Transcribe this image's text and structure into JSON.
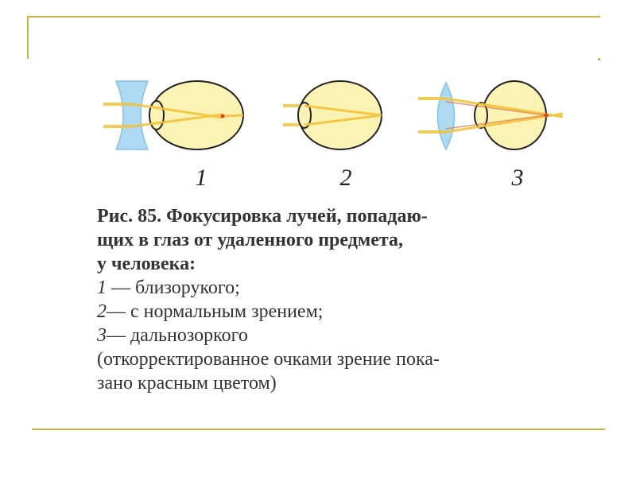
{
  "diagram_labels": [
    "1",
    "2",
    "3"
  ],
  "caption": {
    "title_lines": [
      "Рис. 85. Фокусировка лучей, попадаю-",
      "щих в глаз от удаленного предмета,",
      "у человека:"
    ],
    "items": [
      {
        "num": "1",
        "text": " — близорукого;"
      },
      {
        "num": "2",
        "text": "— с нормальным зрением;"
      },
      {
        "num": "3",
        "text": "— дальнозоркого"
      }
    ],
    "note_lines": [
      "(откорректированное очками зрение пока-",
      "зано красным цветом)"
    ]
  },
  "colors": {
    "frame": "#c9b14a",
    "eyeball_fill": "#fbf3b4",
    "ray": "#f1c43a",
    "lens_fill": "#a9d8f2",
    "focus": "#e03b2a"
  }
}
